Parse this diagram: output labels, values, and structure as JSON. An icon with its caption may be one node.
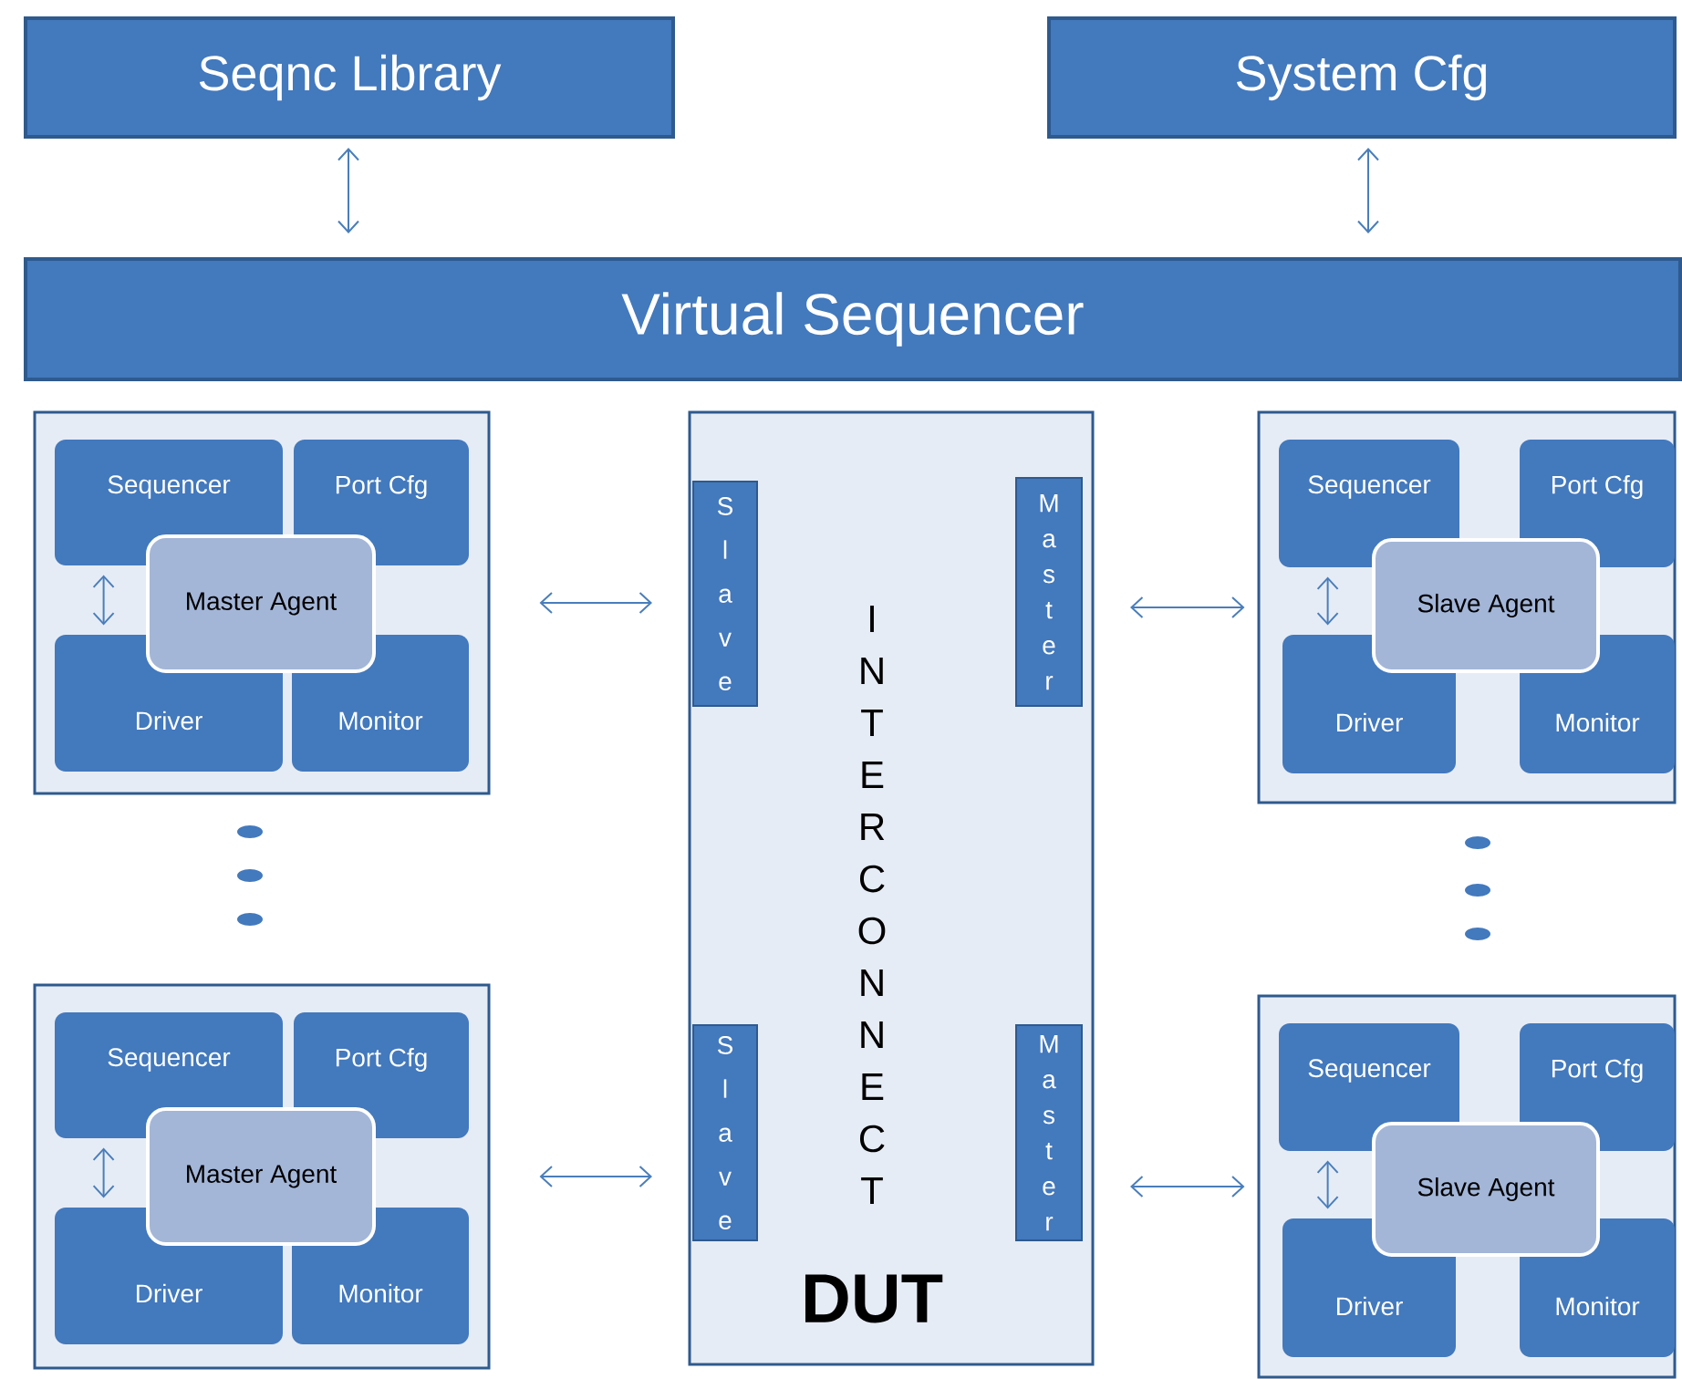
{
  "diagram": {
    "nodes": [
      {
        "text": [
          "Seqnc Library"
        ]
      },
      {
        "text": [
          "System Cfg"
        ]
      },
      {
        "text": [
          "Virtual Sequencer"
        ]
      },
      {
        "text": [],
        "shape": "box"
      },
      {
        "text": [
          "Sequencer"
        ],
        "in": 3
      },
      {
        "text": [
          "Port Cfg"
        ],
        "in": 3
      },
      {
        "text": [
          "Master Agent"
        ],
        "in": 3
      },
      {
        "text": [
          "Driver"
        ],
        "in": 3
      },
      {
        "text": [
          "Monitor"
        ],
        "in": 3
      },
      {
        "text": [
          "INTERCONNECT",
          "DUT"
        ]
      },
      {
        "text": [
          "Slave"
        ],
        "in": 9
      },
      {
        "text": [
          "Master"
        ],
        "in": 9
      },
      {
        "text": [
          "Slave"
        ],
        "in": 9
      },
      {
        "text": [
          "Master"
        ],
        "in": 9
      },
      {
        "text": [],
        "shape": "box"
      },
      {
        "text": [
          "Sequencer"
        ],
        "in": 14
      },
      {
        "text": [
          "Port Cfg"
        ],
        "in": 14
      },
      {
        "text": [
          "Slave Agent"
        ],
        "in": 14
      },
      {
        "text": [
          "Driver"
        ],
        "in": 14
      },
      {
        "text": [
          "Monitor"
        ],
        "in": 14
      },
      {
        "text": [],
        "shape": "box"
      },
      {
        "text": [
          "Sequencer"
        ],
        "in": 20
      },
      {
        "text": [
          "Port Cfg"
        ],
        "in": 20
      },
      {
        "text": [
          "Master Agent"
        ],
        "in": 20
      },
      {
        "text": [
          "Driver"
        ],
        "in": 20
      },
      {
        "text": [
          "Monitor"
        ],
        "in": 20
      },
      {
        "text": [],
        "shape": "box"
      },
      {
        "text": [
          "Sequencer"
        ],
        "in": 26
      },
      {
        "text": [
          "Port Cfg"
        ],
        "in": 26
      },
      {
        "text": [
          "Slave Agent"
        ],
        "in": 26
      },
      {
        "text": [
          "Driver"
        ],
        "in": 26
      },
      {
        "text": [
          "Monitor"
        ],
        "in": 26
      }
    ],
    "edges": [
      {
        "from": 0,
        "to": 2,
        "arrow": "both"
      },
      {
        "from": 1,
        "to": 2,
        "arrow": "both"
      },
      {
        "from": 4,
        "to": 7,
        "arrow": "both"
      },
      {
        "from": 3,
        "to": 10,
        "arrow": "both"
      },
      {
        "from": 11,
        "to": 14,
        "arrow": "both"
      },
      {
        "from": 15,
        "to": 18,
        "arrow": "both"
      },
      {
        "from": 21,
        "to": 24,
        "arrow": "both"
      },
      {
        "from": 20,
        "to": 12,
        "arrow": "both"
      },
      {
        "from": 13,
        "to": 26,
        "arrow": "both"
      },
      {
        "from": 27,
        "to": 30,
        "arrow": "both"
      }
    ]
  }
}
